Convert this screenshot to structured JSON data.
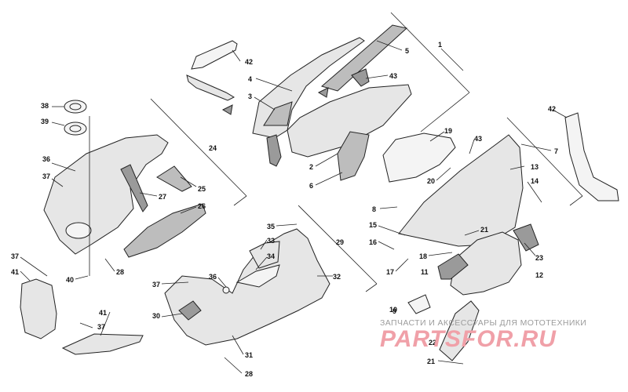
{
  "diagram": {
    "callouts": {
      "c1": "1",
      "c2": "2",
      "c3": "3",
      "c4": "4",
      "c5": "5",
      "c6": "6",
      "c7": "7",
      "c8": "8",
      "c9": "9",
      "c10": "10",
      "c11": "11",
      "c12": "12",
      "c13": "13",
      "c14": "14",
      "c15": "15",
      "c16": "16",
      "c17": "17",
      "c18": "18",
      "c19": "19",
      "c20": "20",
      "c21a": "21",
      "c21b": "21",
      "c22": "22",
      "c23": "23",
      "c24": "24",
      "c25": "25",
      "c26": "26",
      "c27": "27",
      "c28a": "28",
      "c28b": "28",
      "c29": "29",
      "c30": "30",
      "c31": "31",
      "c32": "32",
      "c33": "33",
      "c34": "34",
      "c35": "35",
      "c36a": "36",
      "c36b": "36",
      "c37a": "37",
      "c37b": "37",
      "c37c": "37",
      "c37d": "37",
      "c38": "38",
      "c39": "39",
      "c40": "40",
      "c41a": "41",
      "c41b": "41",
      "c42a": "42",
      "c42b": "42",
      "c43a": "43",
      "c43b": "43"
    }
  },
  "watermark": {
    "tagline": "ЗАПЧАСТИ И АКСЕССУАРЫ ДЛЯ МОТОТЕХНИКИ",
    "logo": "PARTSFOR.RU",
    "color": "#f0a0a8"
  }
}
